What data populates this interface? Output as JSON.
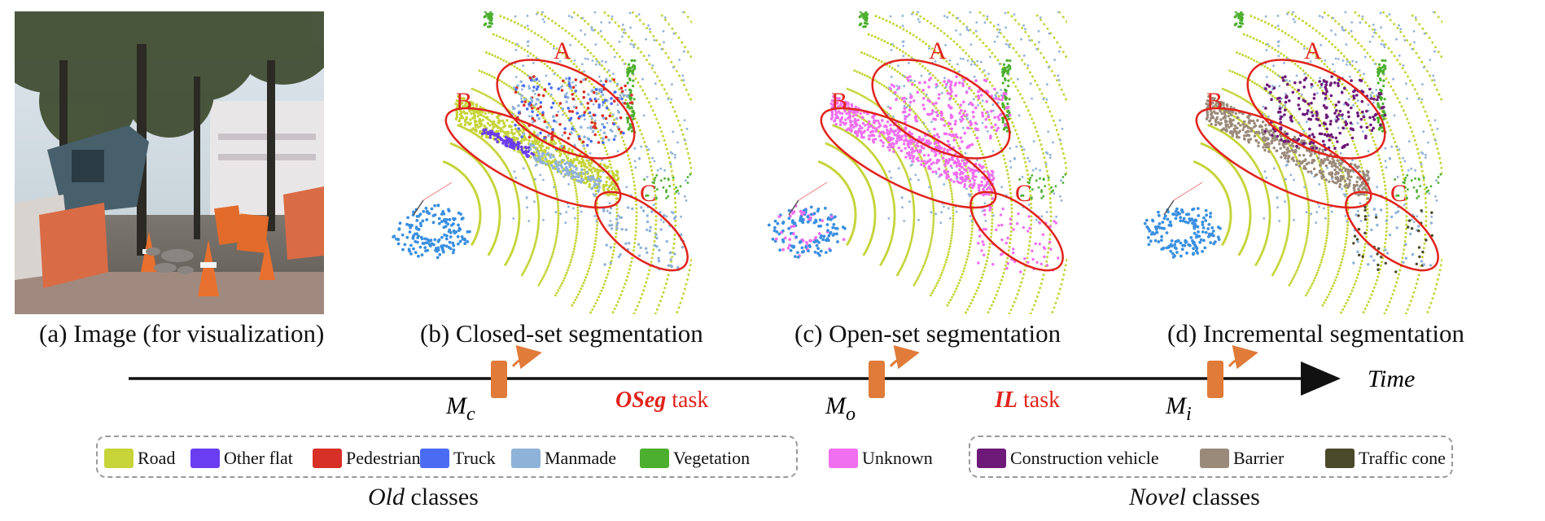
{
  "captions": {
    "a": "(a) Image (for visualization)",
    "b": "(b) Closed-set segmentation",
    "c": "(c) Open-set segmentation",
    "d": "(d) Incremental segmentation"
  },
  "region_labels": [
    "A",
    "B",
    "C"
  ],
  "timeline": {
    "time_label": "Time",
    "models": [
      {
        "symbol": "M",
        "subscript": "c"
      },
      {
        "symbol": "M",
        "subscript": "o"
      },
      {
        "symbol": "M",
        "subscript": "i"
      }
    ],
    "tasks": [
      {
        "emph": "OSeg",
        "rest": " task"
      },
      {
        "emph": "IL",
        "rest": " task"
      }
    ]
  },
  "legend": {
    "old": [
      {
        "label": "Road",
        "color": "#c6d43a"
      },
      {
        "label": "Other flat",
        "color": "#6a3df0"
      },
      {
        "label": "Pedestrian",
        "color": "#d73027"
      },
      {
        "label": "Truck",
        "color": "#4a6cf2"
      },
      {
        "label": "Manmade",
        "color": "#8fb2d8"
      },
      {
        "label": "Vegetation",
        "color": "#4caf2e"
      }
    ],
    "unknown": {
      "label": "Unknown",
      "color": "#f06ef0"
    },
    "novel": [
      {
        "label": "Construction vehicle",
        "color": "#6e1a78"
      },
      {
        "label": "Barrier",
        "color": "#9a8a7a"
      },
      {
        "label": "Traffic cone",
        "color": "#4a4a2a"
      }
    ],
    "old_group": {
      "emph": "Old",
      "rest": " classes"
    },
    "novel_group": {
      "emph": "Novel",
      "rest": " classes"
    }
  },
  "colors": {
    "ellipse": "#e0231c",
    "model_block": "#e07b39",
    "task_text": "#e0231c",
    "ego_vehicle": "#3a8fe0"
  }
}
